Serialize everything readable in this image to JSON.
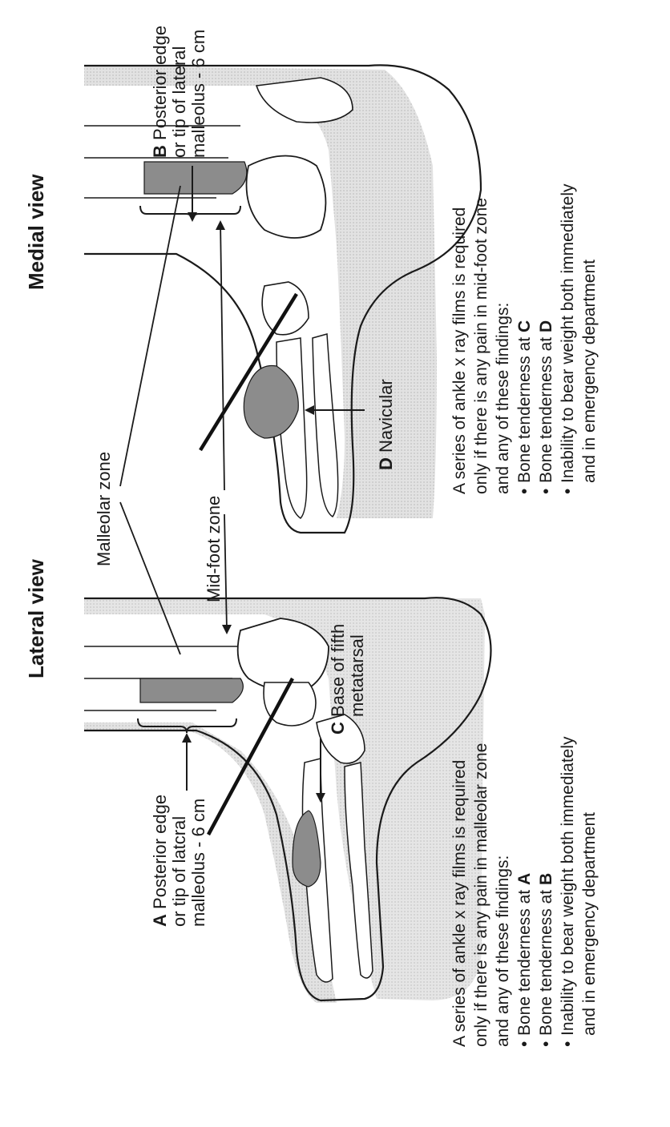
{
  "lateral": {
    "title": "Lateral view",
    "label_a_letter": "A",
    "label_a_line1": "Posterior edge",
    "label_a_line2": "or tip of latcral",
    "label_a_line3": "malleolus - 6 cm",
    "label_c_letter": "C",
    "label_c_line1": "Base of fifth",
    "label_c_line2": "metatarsal",
    "para_line1": "A series of ankle x ray films is required",
    "para_line2": "only if there is any pain in malleolar zone",
    "para_line3": "and any of these findings:",
    "bullet1_text": "Bone tenderness at ",
    "bullet1_letter": "A",
    "bullet2_text": "Bone tenderness at ",
    "bullet2_letter": "B",
    "bullet3_line1": "Inability to bear weight both immediately",
    "bullet3_line2": "and in emergency department"
  },
  "center": {
    "malleolar_zone": "Malleolar zone",
    "mid_foot_zone": "Mid-foot zone"
  },
  "medial": {
    "title": "Medial view",
    "label_b_letter": "B",
    "label_b_line1": "Posterior edge",
    "label_b_line2": "or tip of lateral",
    "label_b_line3": "malleolus - 6 cm",
    "label_d_letter": "D",
    "label_d_text": "Navicular",
    "para_line1": "A series of ankle x ray films is required",
    "para_line2": "only if there is any pain in mid-foot zone",
    "para_line3": "and any of these findings:",
    "bullet1_text": "Bone tenderness at ",
    "bullet1_letter": "C",
    "bullet2_text": "Bone tenderness at ",
    "bullet2_letter": "D",
    "bullet3_line1": "Inability to bear weight both immediately",
    "bullet3_line2": "and in emergency department"
  }
}
